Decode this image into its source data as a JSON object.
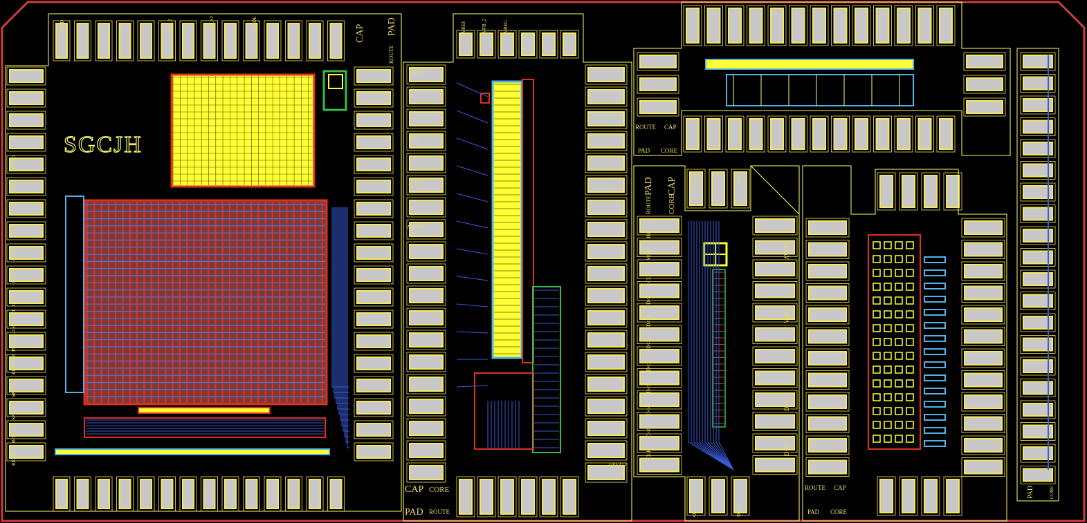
{
  "colors": {
    "background": "#000000",
    "outline": "#ffff66",
    "pad_fill": "#c8c8c8",
    "pad_frame": "#f5e65a",
    "metal_blue": "#3a5bd9",
    "metal_red": "#e0301e",
    "metal_cyan": "#4fb3e8",
    "metal_green": "#2fbf4f",
    "array_yellow": "#ffff33",
    "chip_border": "#d23c3c",
    "label": "#e8d86a"
  },
  "logo": "SGCJH",
  "block1": {
    "top_pad_labels": [
      "AVDD",
      "VFB_2",
      "VFB_ST",
      "ANODE"
    ],
    "corner_cap": "CAP",
    "corner_pad": "PAD",
    "corner_route": "ROUTE",
    "left_pad_labels": [
      "DVDD",
      "VSEN",
      "C<3>",
      "C<2>",
      "C<1>",
      "C<0>",
      "C<3>",
      "SW_OUT",
      "PU_HOLD",
      "RESET_B",
      "SPK<1>",
      "SPK<0>",
      "ROW_EN",
      "RESET"
    ]
  },
  "block2": {
    "top_pad_labels": [
      "VREF",
      "VFB_2",
      "VREG"
    ],
    "left_pad_labels": [
      "VREG",
      "VSS",
      "AVDD",
      "ANODE"
    ],
    "right_bottom_label": "VREALI",
    "corner_cap": "CAP",
    "corner_core": "CORE",
    "corner_pad": "PAD",
    "corner_route": "ROUTE"
  },
  "block3": {
    "route": "ROUTE",
    "cap": "CAP",
    "pad": "PAD",
    "core": "CORE"
  },
  "block4": {
    "corner_pad": "PAD",
    "corner_cap": "CAP",
    "corner_route": "ROUTE",
    "corner_core": "CORE",
    "top_pad_labels": [
      "AVDD",
      "VSS"
    ],
    "left_pad_labels": [
      "IBP",
      "VCM",
      "CLK",
      "D<1>",
      "D<0>",
      "D<3>",
      "D<2>",
      "D<5>",
      "D<4>",
      "D<6>",
      "CLK"
    ],
    "right_pad_labels": [
      "AVDD",
      "VDD",
      "D<7>",
      "D<5>"
    ],
    "bottom_pad_labels": [
      "OUT",
      "D<8>"
    ]
  },
  "block5": {
    "route": "ROUTE",
    "cap": "CAP",
    "pad": "PAD",
    "core": "CORE"
  },
  "block6": {
    "pad": "PAD",
    "core": "CORE"
  }
}
